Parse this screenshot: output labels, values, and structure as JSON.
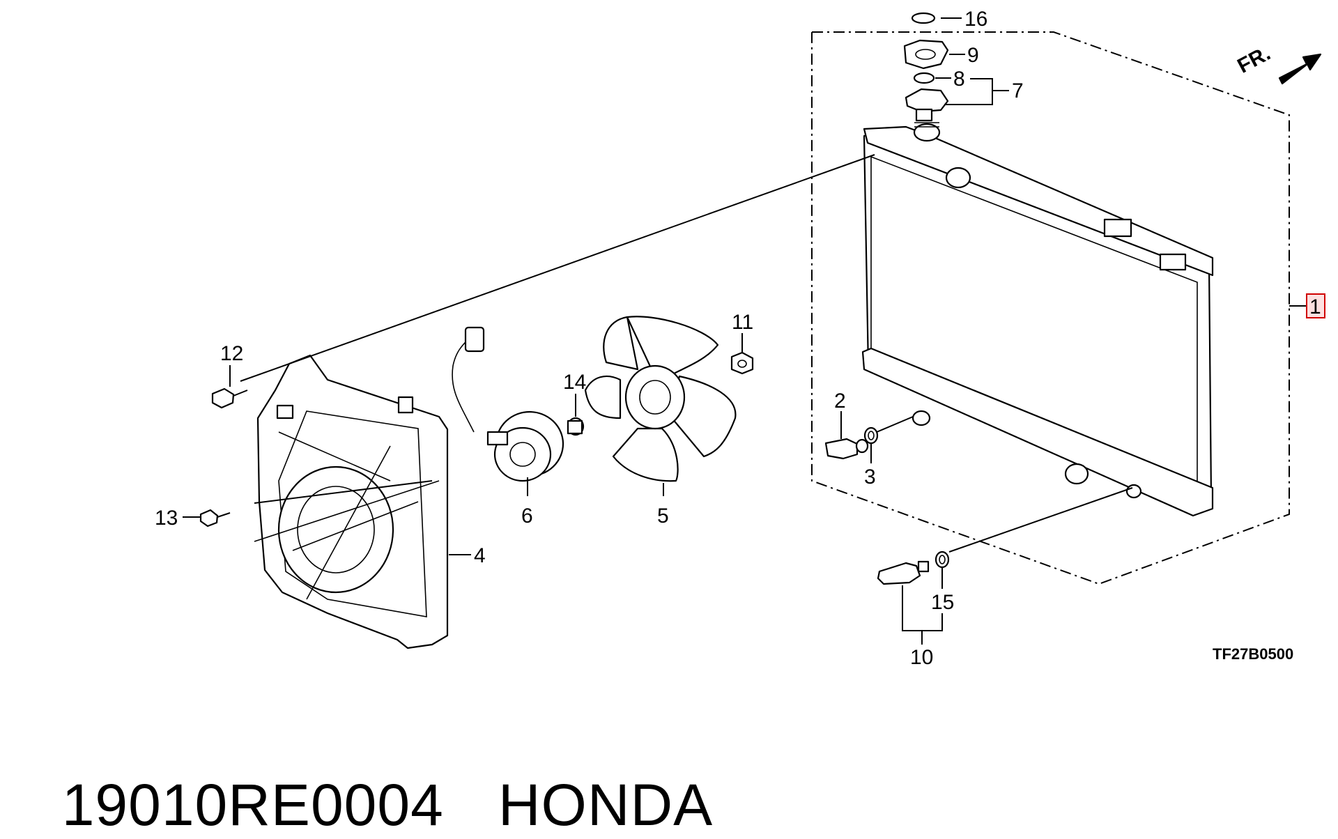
{
  "diagram": {
    "direction_label": "FR.",
    "reference_code": "TF27B0500",
    "callouts": {
      "c1": "1",
      "c2": "2",
      "c3": "3",
      "c4": "4",
      "c5": "5",
      "c6": "6",
      "c7": "7",
      "c8": "8",
      "c9": "9",
      "c10": "10",
      "c11": "11",
      "c12": "12",
      "c13": "13",
      "c14": "14",
      "c15": "15",
      "c16": "16"
    },
    "highlighted_callout": "1",
    "highlight_color": "#d00000"
  },
  "caption": {
    "part_number": "19010RE0004",
    "brand": "HONDA"
  }
}
